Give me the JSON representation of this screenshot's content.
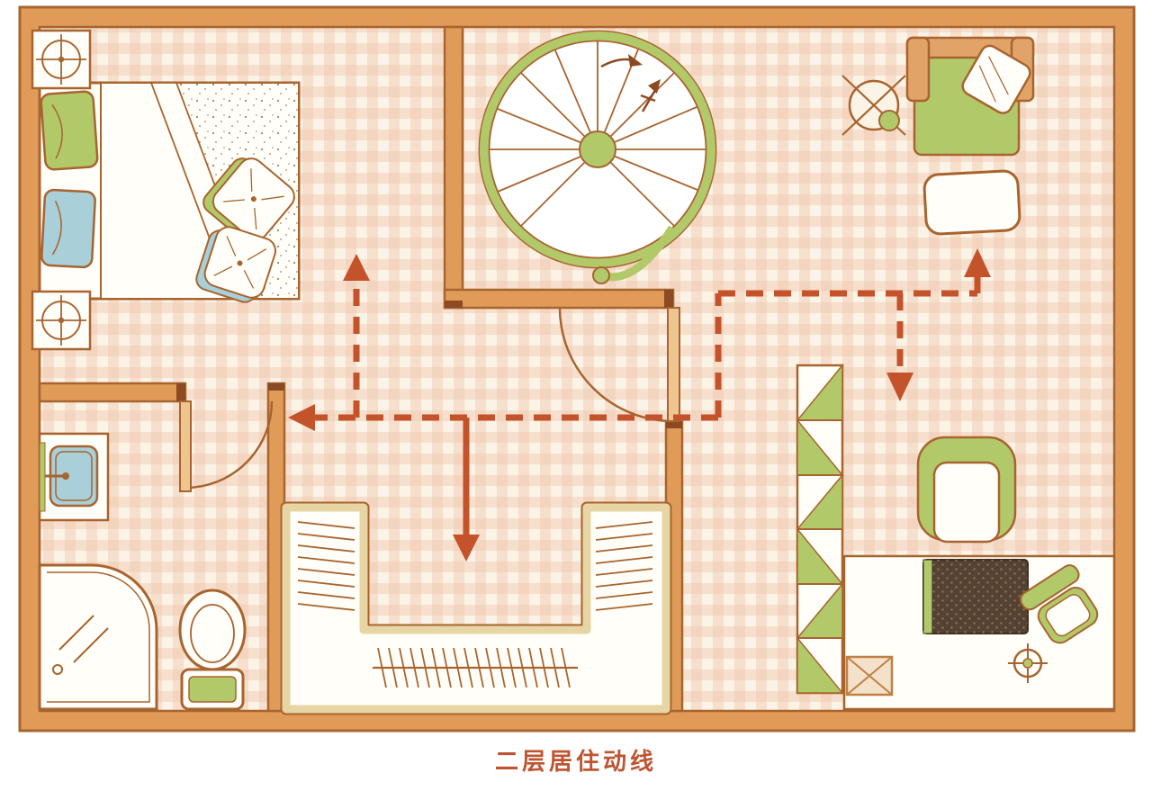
{
  "caption": "二层居住动线",
  "colors": {
    "wall_fill": "#E09B59",
    "wall_outline": "#A8642F",
    "wall_cap": "#8C4A22",
    "floor_base": "#FBF3E6",
    "floor_check": "#EFC9AE",
    "line_brown": "#A8642F",
    "accent_green": "#B2C96A",
    "accent_blue": "#A9CFD8",
    "arrow": "#C4532B",
    "closet_tan": "#E8D5A4",
    "desk_mat": "#564233",
    "furniture_white": "#FFFEF8"
  },
  "elements": [
    "bedroom-bed",
    "green-pillow",
    "blue-pillow",
    "throw-pillows",
    "ceiling-fixtures",
    "spiral-staircase",
    "stair-direction-arrow",
    "stair-door",
    "bathroom-door",
    "sink",
    "shower",
    "toilet",
    "walk-in-closet",
    "clothes-rod",
    "hangers",
    "shelf-unit",
    "armchair",
    "study-rug",
    "desk-mat",
    "desk-chair",
    "speaker",
    "storage-box",
    "sofa",
    "sofa-pillow",
    "ottoman",
    "fan",
    "circulation-arrows"
  ]
}
